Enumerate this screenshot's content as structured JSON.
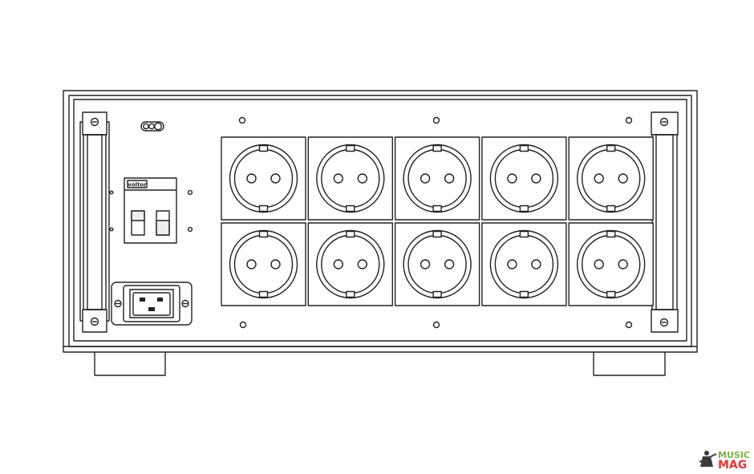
{
  "panel": {
    "breaker_brand": "voltor",
    "socket_rows": 2,
    "socket_columns": 5,
    "socket_type": "schuko-socket",
    "power_inlet_type": "iec-c19-inlet",
    "colors": {
      "line": "#222222",
      "fill": "#ffffff",
      "shade": "#eeeeee"
    }
  },
  "watermark": {
    "line1": "MUSIC",
    "line2": "MAG",
    "colors": {
      "music": "#7cb342",
      "mag": "#e53935",
      "figure": "#3b3b3b"
    }
  }
}
